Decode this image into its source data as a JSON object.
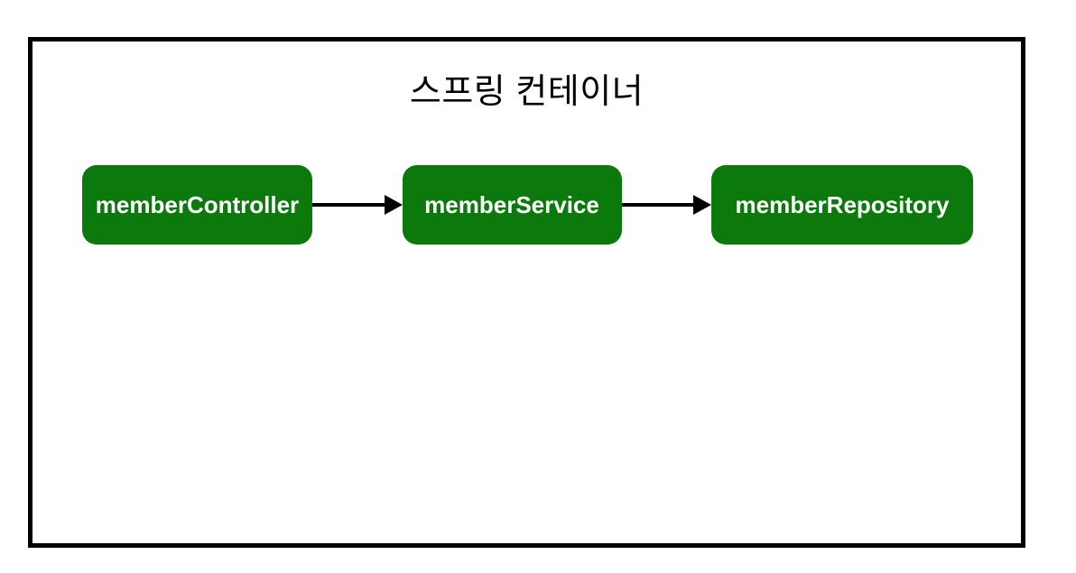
{
  "diagram": {
    "title": "스프링 컨테이너",
    "nodes": [
      {
        "id": "memberController",
        "label": "memberController"
      },
      {
        "id": "memberService",
        "label": "memberService"
      },
      {
        "id": "memberRepository",
        "label": "memberRepository"
      }
    ],
    "edges": [
      {
        "from": "memberController",
        "to": "memberService",
        "direction": "right"
      },
      {
        "from": "memberService",
        "to": "memberRepository",
        "direction": "right"
      }
    ]
  },
  "colors": {
    "background": "#ffffff",
    "border": "#000000",
    "title_text": "#000000",
    "node_fill": "#0b790b",
    "node_text": "#ffffff",
    "arrow": "#000000"
  }
}
